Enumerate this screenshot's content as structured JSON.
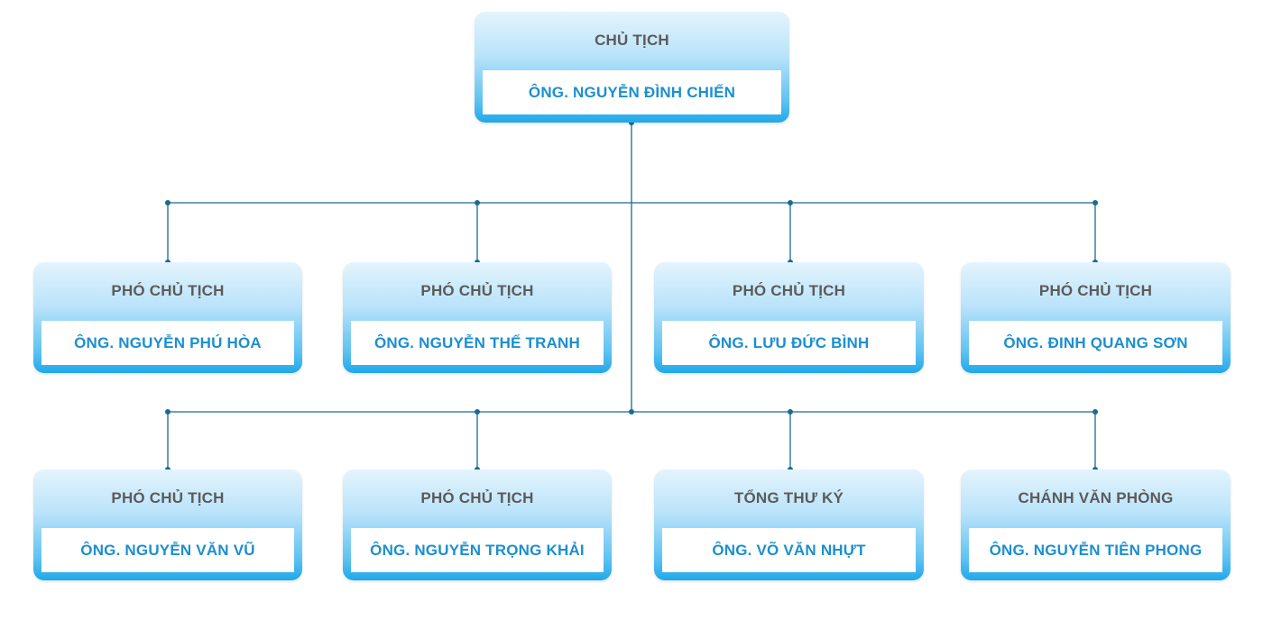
{
  "chairman": {
    "title": "CHỦ TỊCH",
    "name": "ÔNG. NGUYỄN ĐÌNH CHIẾN"
  },
  "row1": [
    {
      "title": "PHÓ CHỦ TỊCH",
      "name": "ÔNG. NGUYỄN PHÚ HÒA"
    },
    {
      "title": "PHÓ CHỦ TỊCH",
      "name": "ÔNG. NGUYỄN THẾ TRANH"
    },
    {
      "title": "PHÓ CHỦ TỊCH",
      "name": "ÔNG. LƯU ĐỨC BÌNH"
    },
    {
      "title": "PHÓ CHỦ TỊCH",
      "name": "ÔNG. ĐINH QUANG SƠN"
    }
  ],
  "row2": [
    {
      "title": "PHÓ CHỦ TỊCH",
      "name": "ÔNG. NGUYỄN VĂN VŨ"
    },
    {
      "title": "PHÓ CHỦ TỊCH",
      "name": "ÔNG. NGUYỄN TRỌNG KHẢI"
    },
    {
      "title": "TỔNG THƯ KÝ",
      "name": "ÔNG. VÕ VĂN NHỰT"
    },
    {
      "title": "CHÁNH VĂN PHÒNG",
      "name": "ÔNG. NGUYỄN TIÊN PHONG"
    }
  ],
  "colors": {
    "connector": "#1b6b8f",
    "accent": "#1fa8ea",
    "name_text": "#1b8fd0",
    "title_text": "#5b5b5b"
  }
}
